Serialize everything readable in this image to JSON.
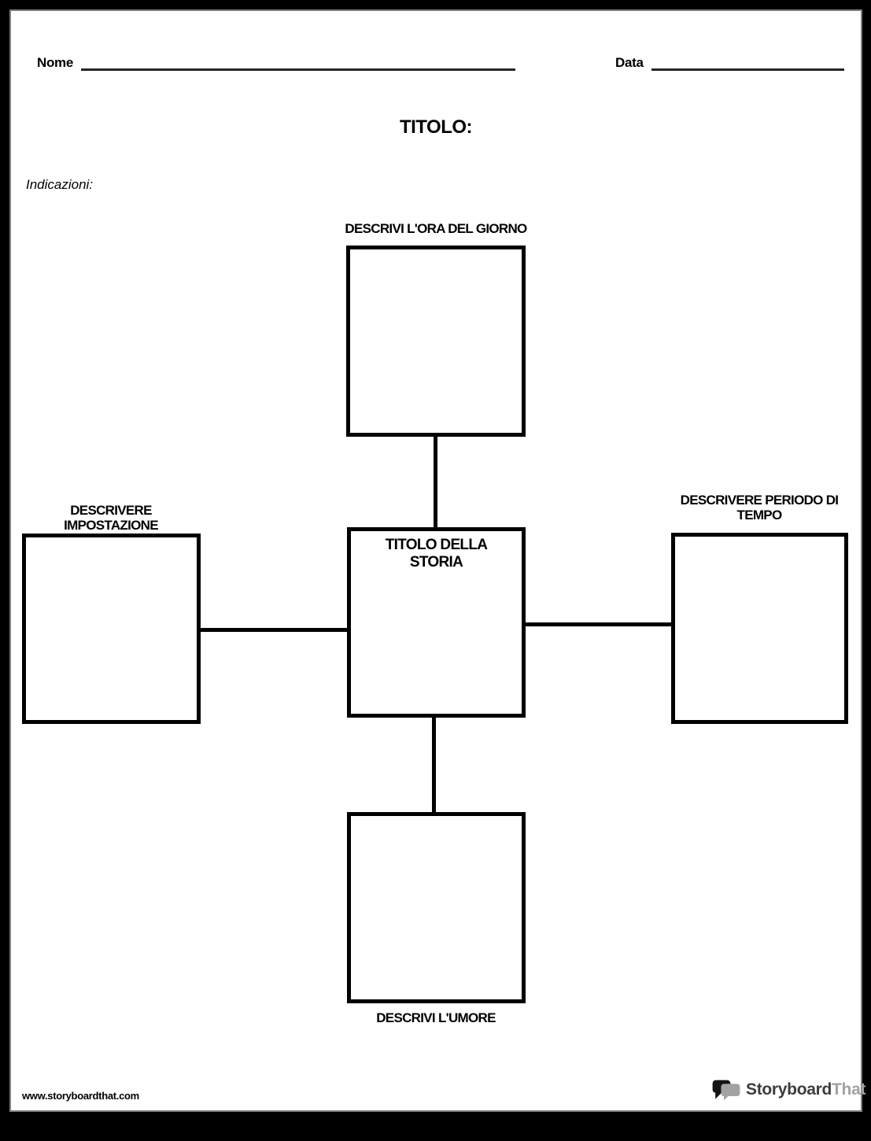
{
  "colors": {
    "frame": "#000000",
    "paper": "#ffffff",
    "inner_border": "#7f7f7f",
    "ink": "#000000",
    "underline": "#262626",
    "logo_dark": "#3d3d3d",
    "logo_gray": "#a2a2a2"
  },
  "header": {
    "name_label": "Nome",
    "date_label": "Data",
    "title_label": "TITOLO:",
    "directions_label": "Indicazioni:"
  },
  "diagram": {
    "top": {
      "label": "DESCRIVI L'ORA DEL GIORNO"
    },
    "left": {
      "label": "DESCRIVERE IMPOSTAZIONE"
    },
    "center": {
      "label": "TITOLO DELLA STORIA"
    },
    "right": {
      "label": "DESCRIVERE PERIODO DI TEMPO"
    },
    "bottom": {
      "label": "DESCRIVI L'UMORE"
    }
  },
  "footer": {
    "url": "www.storyboardthat.com",
    "logo": {
      "primary": "Storyboard",
      "secondary": "That"
    }
  }
}
